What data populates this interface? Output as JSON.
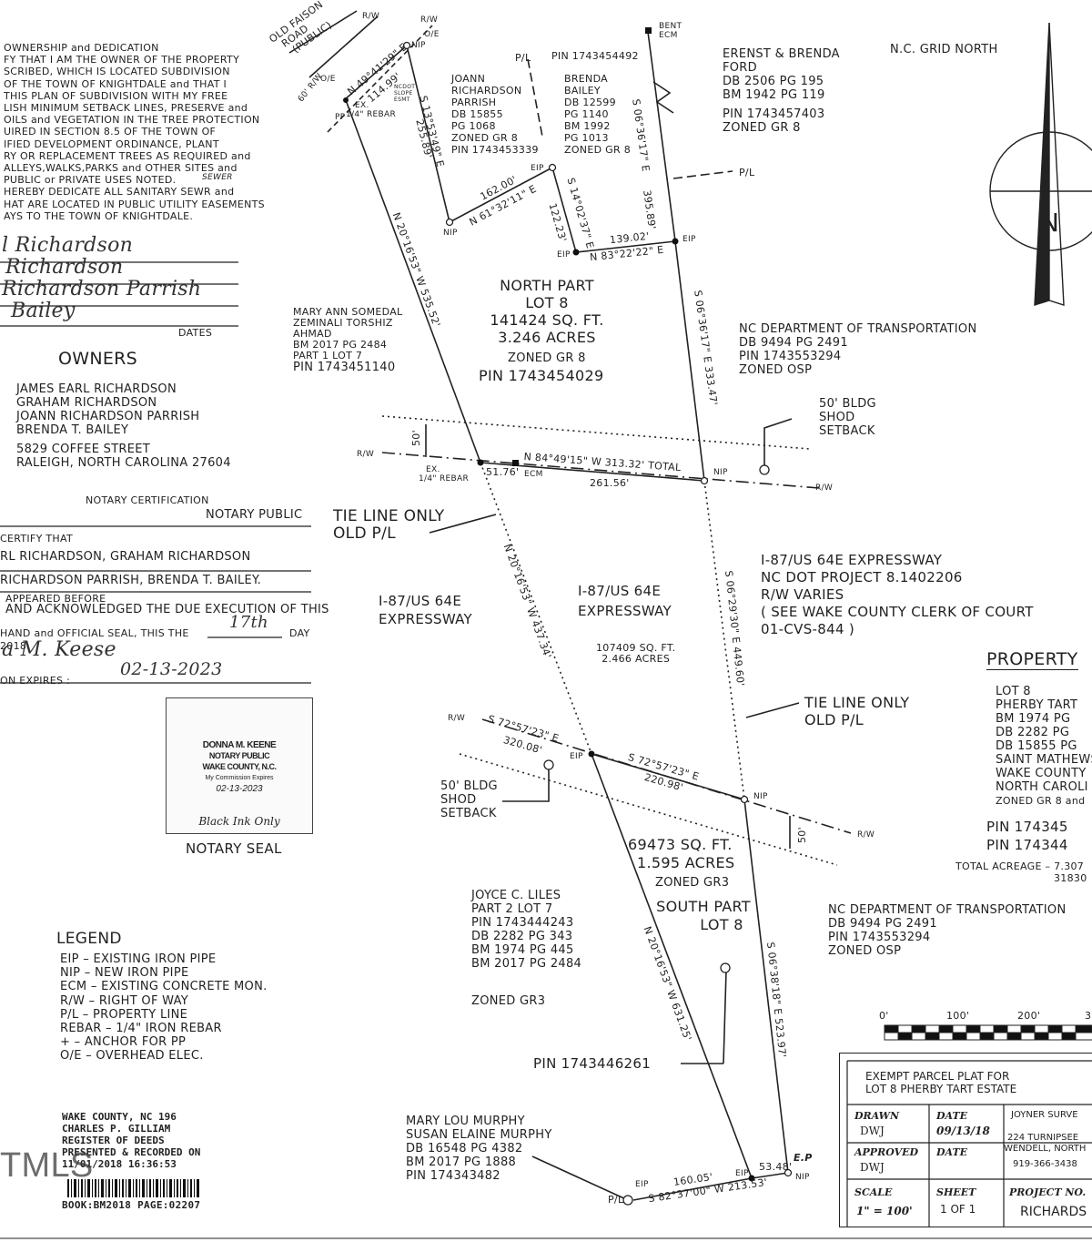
{
  "cert": {
    "dedication_lines": [
      "OWNERSHIP and DEDICATION",
      "FY THAT I AM THE OWNER OF THE PROPERTY",
      "SCRIBED, WHICH IS LOCATED SUBDIVISION",
      "OF THE TOWN OF KNIGHTDALE and THAT I",
      "THIS PLAN OF SUBDIVISION WITH MY FREE",
      "LISH MINIMUM SETBACK LINES, PRESERVE and",
      "OILS and VEGETATION IN THE TREE PROTECTION",
      "UIRED IN SECTION 8.5 OF THE TOWN OF",
      "IFIED DEVELOPMENT ORDINANCE, PLANT",
      "RY OR REPLACEMENT TREES AS REQUIRED and",
      "ALLEYS,WALKS,PARKS and OTHER SITES and",
      "PUBLIC or PRIVATE USES NOTED.",
      "HEREBY DEDICATE ALL SANITARY SEWR and",
      "HAT ARE LOCATED IN PUBLIC UTILITY EASEMENTS",
      "AYS TO THE TOWN OF KNIGHTDALE."
    ],
    "sewer_note": "SEWER",
    "signatures": [
      "l Richardson",
      "Richardson",
      "Richardson Parrish",
      "Bailey"
    ],
    "dates_label": "DATES"
  },
  "owners": {
    "title": "OWNERS",
    "names": [
      "JAMES EARL RICHARDSON",
      "GRAHAM RICHARDSON",
      "JOANN RICHARDSON PARRISH",
      "BRENDA T. BAILEY"
    ],
    "address_1": "5829 COFFEE STREET",
    "address_2": "RALEIGH, NORTH CAROLINA 27604"
  },
  "notary": {
    "cert_title": "NOTARY CERTIFICATION",
    "public_label": "NOTARY PUBLIC",
    "lines": [
      "CERTIFY THAT",
      "RL RICHARDSON, GRAHAM RICHARDSON",
      "RICHARDSON PARRISH, BRENDA T. BAILEY.",
      "APPEARED BEFORE",
      "AND ACKNOWLEDGED THE DUE EXECUTION OF THIS",
      "HAND and OFFICIAL SEAL, THIS THE",
      "2018.",
      "ON EXPIRES :"
    ],
    "day_value": "17th",
    "day_label": "DAY",
    "signature": "a M. Keese",
    "expires_value": "02-13-2023",
    "seal_name": "DONNA M. KEENE",
    "seal_title": "NOTARY PUBLIC",
    "seal_county": "WAKE COUNTY, N.C.",
    "seal_commission": "My Commission Expires",
    "seal_date": "02-13-2023",
    "ink_note": "Black Ink Only",
    "seal_label": "NOTARY SEAL"
  },
  "legend": {
    "title": "LEGEND",
    "items": [
      "EIP  –  EXISTING IRON PIPE",
      "NIP  –  NEW IRON PIPE",
      "ECM  –  EXISTING CONCRETE MON.",
      "R/W  –  RIGHT OF WAY",
      "P/L  –  PROPERTY LINE",
      "REBAR  –  1/4\" IRON REBAR",
      "   +  –    ANCHOR FOR PP",
      "",
      "O/E  –  OVERHEAD ELEC."
    ]
  },
  "register": {
    "lines": [
      "WAKE COUNTY, NC  196",
      "CHARLES P. GILLIAM",
      "REGISTER OF DEEDS",
      "PRESENTED & RECORDED ON",
      "11/01/2018 16:36:53"
    ],
    "book": "BOOK:BM2018 PAGE:02207",
    "watermark": "TMLS"
  },
  "map": {
    "road": [
      "OLD FAISON",
      "ROAD",
      "(PUBLIC)"
    ],
    "road_width": "60' R/W",
    "rw": "R/W",
    "oe": "O/E",
    "pp": "PP",
    "ex_rebar": "1/4\" REBAR",
    "ex": "EX.",
    "ncdot": [
      "NCDOT",
      "SLOPE",
      "ESMT"
    ],
    "top_bearing": "N 49°41'29\" E",
    "top_dist": "114.99'",
    "bent_ecm": [
      "BENT",
      "ECM"
    ],
    "pl": "P/L",
    "pin_top": "PIN 1743454492",
    "joann": [
      "JOANN",
      "RICHARDSON",
      "PARRISH",
      "DB  15855",
      "PG  1068",
      "ZONED GR 8",
      "PIN 1743453339"
    ],
    "brenda": [
      "BRENDA",
      "BAILEY",
      "DB  12599",
      "PG   1140",
      "BM  1992",
      "PG  1013",
      "ZONED GR 8"
    ],
    "ford": [
      "ERENST & BRENDA",
      "FORD",
      "DB 2506 PG 195",
      "BM 1942 PG 119",
      "",
      "PIN 1743457403",
      "ZONED GR 8"
    ],
    "grid_north": "N.C. GRID NORTH",
    "north_letter": "N",
    "b_255": "S 13°53'49\" E",
    "d_255": "255.89'",
    "b_162": "N 61°32'11\" E",
    "d_162": "162.00'",
    "b_122": "S 14°02'37\" E",
    "d_122": "122.23'",
    "b_395": "S 06°36'17\" E",
    "d_395": "395.89'",
    "d_139": "139.02'",
    "b_139": "N 83°22'22\" E",
    "eip": "EIP",
    "nip": "NIP",
    "ecm": "ECM",
    "north_part": [
      "NORTH PART",
      "LOT 8",
      "141424 SQ. FT.",
      "3.246 ACRES"
    ],
    "north_zone": "ZONED GR 8",
    "north_pin": "PIN  1743454029",
    "somedal": [
      "MARY ANN SOMEDAL",
      "ZEMINALI TORSHIZ",
      "AHMAD",
      "BM 2017 PG 2484",
      "PART 1 LOT 7"
    ],
    "somedal_pin": "PIN  1743451140",
    "b_535": "N 20°16'53\" W  535.52'",
    "b_333": "S 06°36'17\" E   333.47'",
    "ncdot_n": [
      "NC DEPARTMENT OF TRANSPORTATION",
      "DB 9494 PG 2491",
      "PIN 1743553294",
      "ZONED OSP"
    ],
    "setback": [
      "50' BLDG",
      "SHOD",
      "SETBACK"
    ],
    "fifty": "50'",
    "b_313": "N 84°49'15\" W   313.32' TOTAL",
    "d_5176": "51.76'",
    "d_26156": "261.56'",
    "tie_line": [
      "TIE LINE ONLY",
      "OLD P/L"
    ],
    "exp_left": [
      "I-87/US 64E",
      "EXPRESSWAY"
    ],
    "exp_mid": [
      "I-87/US 64E",
      "EXPRESSWAY"
    ],
    "exp_area": [
      "107409 SQ. FT.",
      "2.466 ACRES"
    ],
    "b_437": "N 20°16'53\" W   437.34'",
    "b_449": "S 06°29'30\" E   449.60'",
    "exp_right": [
      "I-87/US 64E EXPRESSWAY",
      "NC DOT PROJECT 8.1402206",
      "R/W VARIES",
      "( SEE WAKE COUNTY CLERK OF COURT",
      "   01-CVS-844 )"
    ],
    "property": "PROPERTY",
    "property_lines": [
      "LOT 8",
      "PHERBY TART",
      "BM 1974 PG",
      "DB 2282 PG",
      "DB 15855 PG",
      "SAINT MATHEWS",
      "WAKE COUNTY",
      "NORTH CAROLI",
      "ZONED GR 8 and"
    ],
    "pin_a": "PIN 174345",
    "pin_b": "PIN 174344",
    "total_acreage": "TOTAL ACREAGE – 7.307",
    "total_sf": "31830",
    "b_32008": "S 72°57'23\" E",
    "d_32008": "320.08'",
    "b_22098": "S 72°57'23\" E",
    "d_22098": "220.98'",
    "south_area": [
      "69473 SQ. FT.",
      "1.595 ACRES"
    ],
    "south_zone": "ZONED GR3",
    "south_part": [
      "SOUTH PART",
      "LOT 8"
    ],
    "liles": [
      "JOYCE C. LILES",
      "PART 2 LOT 7",
      "PIN 1743444243",
      "DB 2282 PG 343",
      "BM 1974 PG 445",
      "BM 2017 PG 2484"
    ],
    "liles_zone": "ZONED GR3",
    "ncdot_s": [
      "NC DEPARTMENT OF TRANSPORTATION",
      "DB 9494 PG 2491",
      "PIN 1743553294",
      "ZONED OSP"
    ],
    "b_631": "N 20°16'53\" W   631.25'",
    "b_523": "S 06°38'18\" E   523.97'",
    "pin_south": "PIN  1743446261",
    "murphy": [
      "MARY LOU MURPHY",
      "SUSAN ELAINE MURPHY",
      "DB 16548 PG 4382",
      "BM 2017 PG 1888",
      "PIN 174343482"
    ],
    "d_16005": "160.05'",
    "d_5348": "53.48'",
    "b_213": "S 82°37'00\" W  213.53'",
    "ep": "E.P",
    "scale_labels": [
      "0'",
      "100'",
      "200'",
      "3"
    ]
  },
  "title_block": {
    "title_1": "EXEMPT PARCEL PLAT FOR",
    "title_2": "LOT 8 PHERBY TART ESTATE",
    "drawn_label": "DRAWN",
    "drawn_value": "DWJ",
    "date_label": "DATE",
    "date_value": "09/13/18",
    "firm": "JOYNER SURVE",
    "firm_addr_1": "224 TURNIPSEE",
    "firm_addr_2": "WENDELL, NORTH",
    "firm_phone": "919-366-3438",
    "approved_label": "APPROVED",
    "approved_value": "DWJ",
    "date2_label": "DATE",
    "scale_label": "SCALE",
    "scale_value": "1\" = 100'",
    "sheet_label": "SHEET",
    "sheet_value": "1 OF 1",
    "project_label": "PROJECT NO.",
    "project_value": "RICHARDS"
  }
}
